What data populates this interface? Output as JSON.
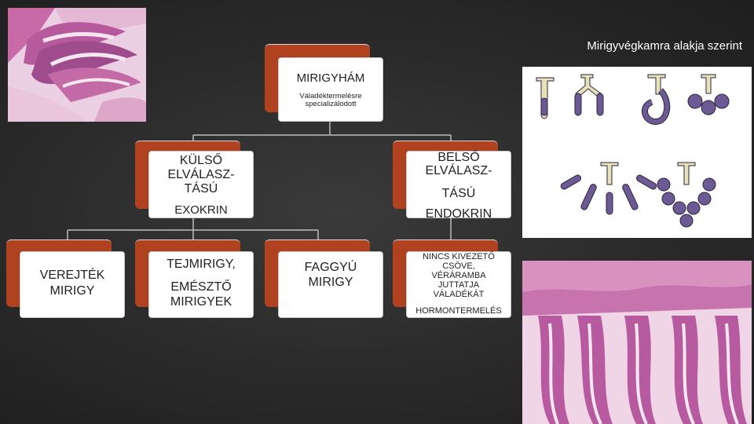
{
  "caption": "Mirigyvégkamra alakja szerint",
  "root": {
    "title": "MIRIGYHÁM",
    "subtitle": "Váladéktermelésre specializálodott"
  },
  "level1": {
    "left": {
      "line1": "KÜLSŐ",
      "line2": "ELVÁLASZ-",
      "line3": "TÁSÚ",
      "line4": "EXOKRIN"
    },
    "right": {
      "line1": "BELSŐ",
      "line2": "ELVÁLASZ-",
      "line3": "TÁSÚ",
      "line4": "ENDOKRIN"
    }
  },
  "level2": {
    "sweat": {
      "line1": "VEREJTÉK",
      "line2": "MIRIGY"
    },
    "milk": {
      "line1": "TEJMIRIGY,",
      "line2": "EMÉSZTŐ",
      "line3": "MIRIGYEK"
    },
    "sebaceous": {
      "line1": "FAGGYÚ",
      "line2": "MIRIGY"
    },
    "endocrine": {
      "line1": "NINCS KIVEZETŐ",
      "line2": "CSÖVE,",
      "line3": "VÉRÁRAMBA",
      "line4": "JUTTATJA",
      "line5": "VÁLADÉKÁT",
      "line6": "HORMONTERMELÉS"
    }
  },
  "colors": {
    "accent": "#b0421f",
    "connector": "#bdbdbd",
    "stain_pink": "#d57fb3",
    "stain_purple": "#7a3e8e",
    "gland_purple": "#6b5a93"
  }
}
